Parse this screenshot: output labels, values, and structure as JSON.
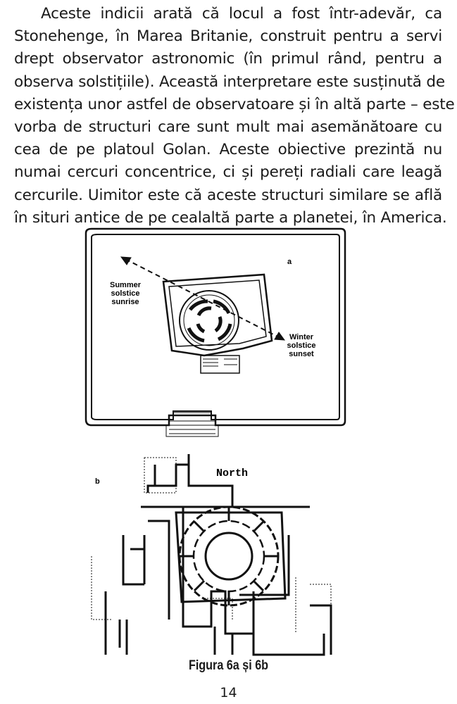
{
  "body": {
    "lines": [
      "Aceste indicii arată că locul a fost într-adevăr, ca",
      "Stonehenge, în Marea Britanie, construit pentru a servi",
      "drept observator astronomic (în primul rând, pentru a",
      "observa solstițiile). Această interpretare este susținută de",
      "existența unor astfel de observatoare și în altă parte – este",
      "vorba de structuri care sunt mult mai asemănătoare cu",
      "cea de pe platoul Golan. Aceste obiective prezintă nu",
      "numai cercuri concentrice, ci și pereți radiali care leagă",
      "cercurile. Uimitor este că aceste structuri similare se află",
      "în situri antice de pe cealaltă parte a planetei, în America."
    ]
  },
  "figure": {
    "a": {
      "label": "a",
      "summer": [
        "Summer",
        "solstice",
        "sunrise"
      ],
      "winter": [
        "Winter",
        "solstice",
        "sunset"
      ]
    },
    "b": {
      "label": "b",
      "north": "North"
    },
    "caption": "Figura 6a și 6b"
  },
  "page_number": "14"
}
